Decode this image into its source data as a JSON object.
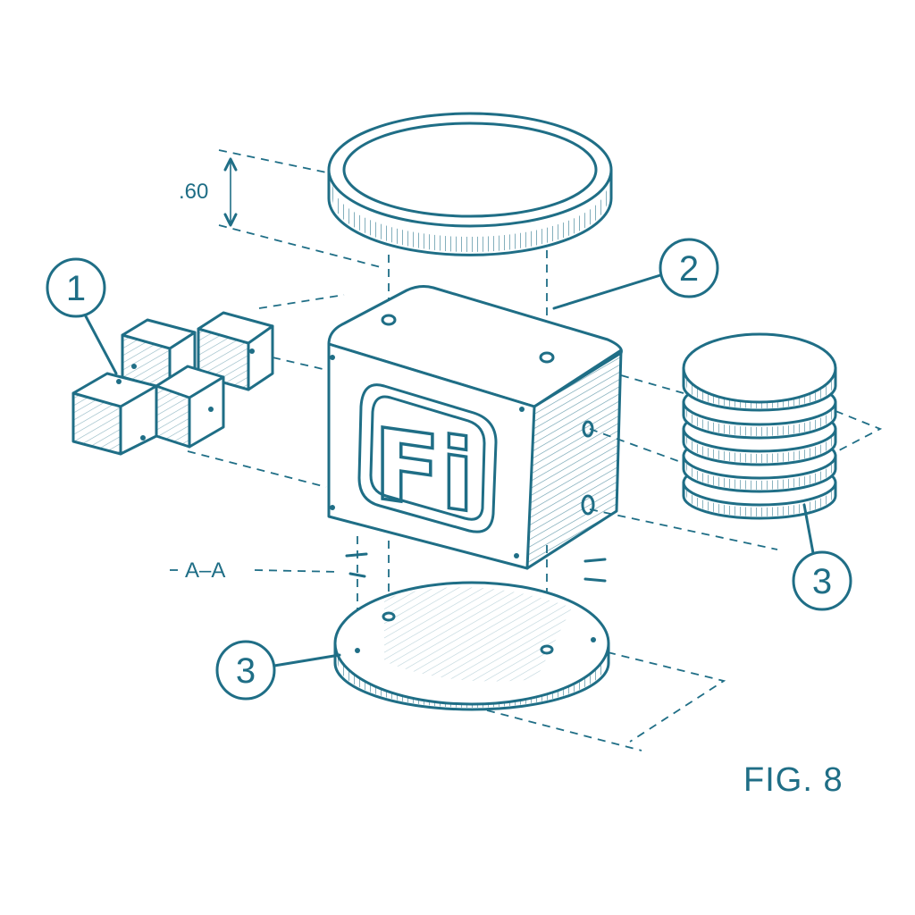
{
  "figure_label": "FIG. 8",
  "dimension_label": ".60",
  "section_label": "A–A",
  "logo_text": "Fi",
  "callouts": {
    "cubes": "1",
    "housing": "2",
    "coin_stack": "3",
    "base_disc": "3"
  },
  "colors": {
    "ink": "#1f6e86",
    "background": "#ffffff"
  }
}
